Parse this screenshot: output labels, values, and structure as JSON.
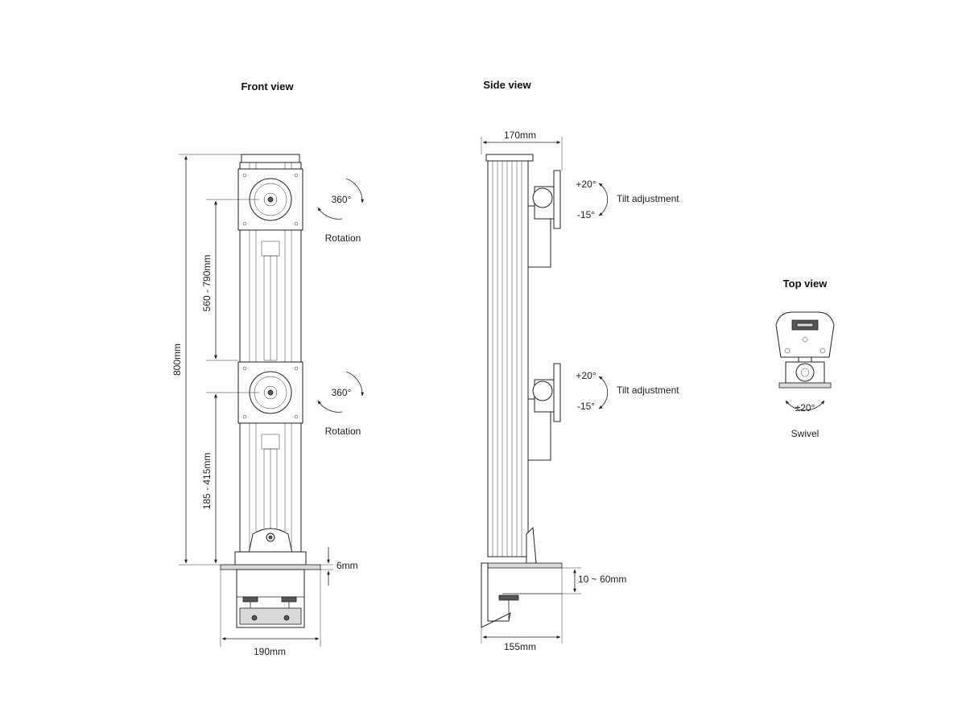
{
  "titles": {
    "front": "Front view",
    "side": "Side view",
    "top": "Top view"
  },
  "front": {
    "height": "800mm",
    "upper_range": "560 - 790mm",
    "lower_range": "185 - 415mm",
    "rotation_upper_deg": "360°",
    "rotation_upper_label": "Rotation",
    "rotation_lower_deg": "360°",
    "rotation_lower_label": "Rotation",
    "plate": "6mm",
    "width": "190mm"
  },
  "side": {
    "depth_top": "170mm",
    "tilt_upper_plus": "+20°",
    "tilt_upper_minus": "-15°",
    "tilt_upper_label": "Tilt adjustment",
    "tilt_lower_plus": "+20°",
    "tilt_lower_minus": "-15°",
    "tilt_lower_label": "Tilt adjustment",
    "clamp_range": "10 ~ 60mm",
    "depth_bottom": "155mm"
  },
  "top": {
    "swivel_deg": "±20°",
    "swivel_label": "Swivel"
  }
}
